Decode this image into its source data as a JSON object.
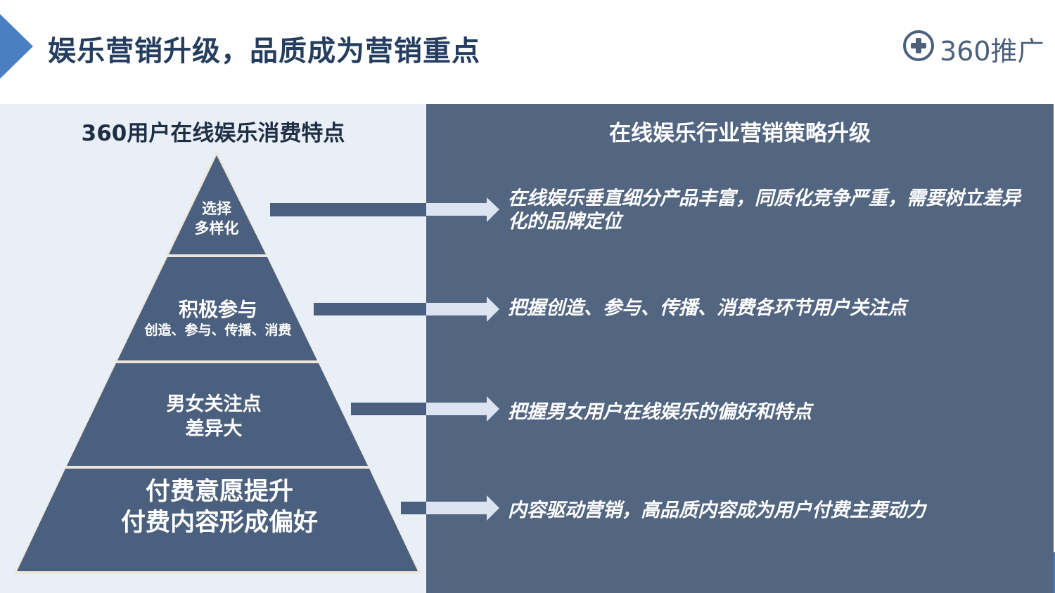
{
  "header": {
    "title": "娱乐营销升级，品质成为营销重点",
    "logo_text": "360推广"
  },
  "left": {
    "heading": "360用户在线娱乐消费特点",
    "pyramid": [
      {
        "line1": "选择",
        "line2": "多样化"
      },
      {
        "line1": "积极参与",
        "line2": "创造、参与、传播、消费"
      },
      {
        "line1": "男女关注点",
        "line2": "差异大"
      },
      {
        "line1": "付费意愿提升",
        "line2": "付费内容形成偏好"
      }
    ]
  },
  "right": {
    "heading": "在线娱乐行业营销策略升级",
    "items": [
      "在线娱乐垂直细分产品丰富，同质化竞争严重，需要树立差异化的品牌定位",
      "把握创造、参与、传播、消费各环节用户关注点",
      "把握男女用户在线娱乐的偏好和特点",
      "内容驱动营销，高品质内容成为用户付费主要动力"
    ]
  },
  "colors": {
    "accent": "#4a7fc1",
    "dark": "#4b607f",
    "panel": "#526581",
    "light": "#e8eff7"
  }
}
